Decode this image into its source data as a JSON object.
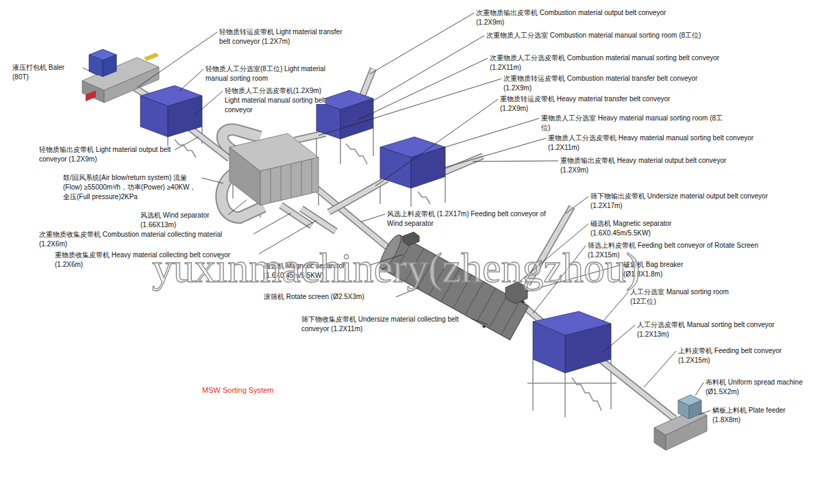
{
  "diagram": {
    "title": "MSW Sorting System",
    "labels": [
      "液压打包机 Baler (80T)",
      "轻物质转运皮带机 Light material transfer belt conveyor (1.2X7m)",
      "轻物质人工分选室(8工位) Light material manual sorting room",
      "轻物质人工分选皮带机(1.2X9m) Light material manual sorting belt conveyor",
      "轻物质输出皮带机 Light material output belt conveyor (1.2X9m)",
      "鼓/回风系统(Air blow/return system) 流量(Flow) ≥55000m³/h，功率(Power) ≥40KW，全压(Full pressure)2KPa",
      "风选机 Wind separator (1.66X13m)",
      "次重物质收集皮带机 Combustion material collecting material (1.2X6m)",
      "重物质收集皮带机 Heavy material collecting belt conveyor (1.2X6m)",
      "磁选机 Magnetic separator (1.6X0.45m/5.5KW)",
      "滚筛机 Rotate screen (Ø2.5X3m)",
      "筛下物收集皮带机 Undersize material collecting belt conveyor (1.2X11m)",
      "风选上料皮带机 (1.2X17m) Feeding belt conveyor of Wind separator",
      "次重物质输出皮带机 Combustion material output belt conveyor (1.2X9m)",
      "次重物质人工分选室 Combustion material manual sorting room (8工位)",
      "次重物质人工分选皮带机 Combustion material manual sorting belt conveyor (1.2X11m)",
      "次重物质转运皮带机 Combustion material transfer belt conveyor (1.2X9m)",
      "重物质转运皮带机 Heavy material transfer belt conveyor (1.2X9m)",
      "重物质人工分选室 Heavy material manual sorting room (8工位)",
      "重物质人工分选皮带机 Heavy material manual sorting belt conveyor (1.2X11m)",
      "重物质输出皮带机 Heavy material output belt conveyor (1.2X9m)",
      "筛下物输出皮带机 Undersize material output belt conveyor (1.2X17m)",
      "磁选机 Magnetic separator (1.6X0.45m/5.5KW)",
      "筛选上料皮带机 Feeding belt conveyor of Rotate Screen (1.2X15m)",
      "破袋机 Bag breaker (Ø1.8X1.8m)",
      "人工分选室 Manual sorting room (12工位)",
      "人工分选皮带机 Manual sorting belt conveyor (1.2X13m)",
      "上料皮带机 Feeding belt conveyor (1.2X15m)",
      "布料机 Uniform spread machine (Ø1.5X2m)",
      "鳞板上料机 Plate feeder (1.8X8m)",
      "yuxinmachinery(zhengzhou)"
    ]
  }
}
